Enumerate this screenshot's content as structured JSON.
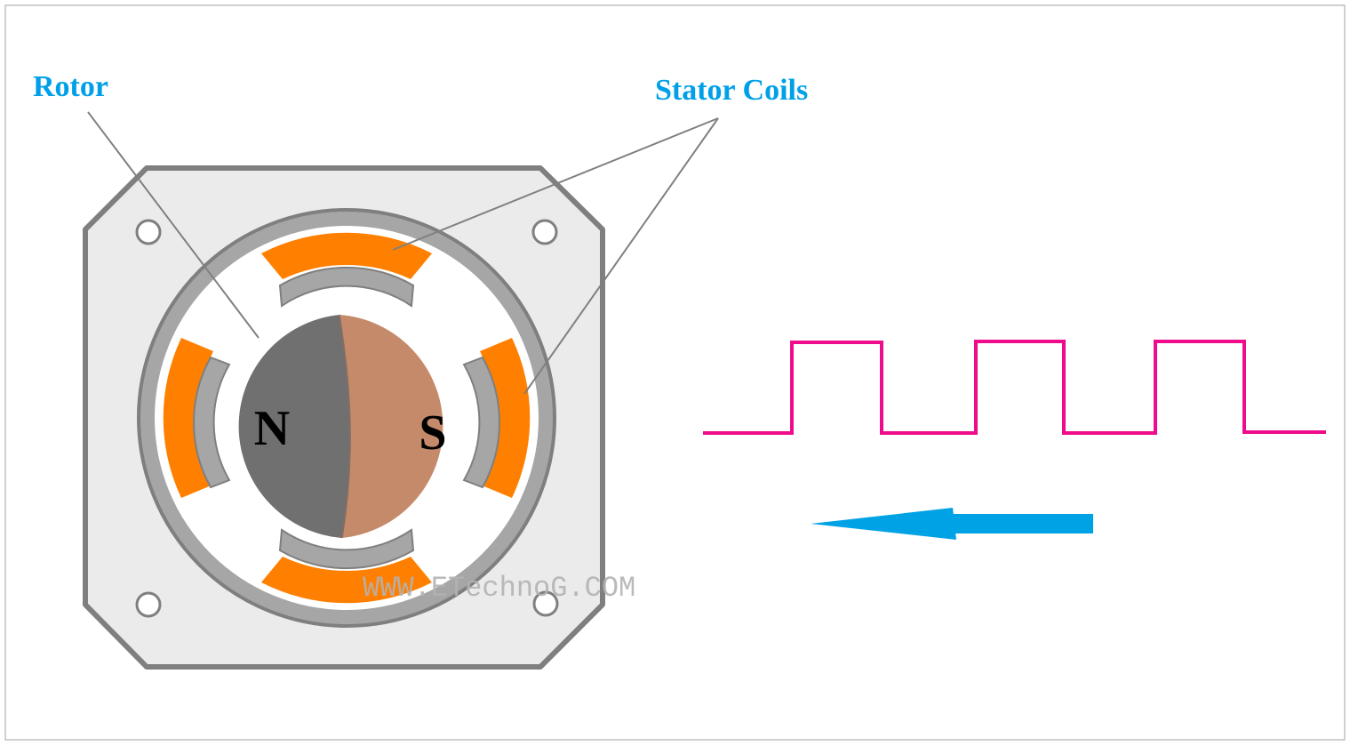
{
  "labels": {
    "rotor": "Rotor",
    "stator_coils": "Stator Coils",
    "north_pole": "N",
    "south_pole": "S"
  },
  "watermark": "WWW.ETechnoG.COM",
  "colors": {
    "label_blue": "#00A0E8",
    "coil_orange": "#FF7F00",
    "rotor_north": "#707070",
    "rotor_south": "#C48A6A",
    "frame_fill": "#EBEBEB",
    "frame_stroke": "#7F7F7F",
    "ring_gray": "#A6A6A6",
    "pulse_magenta": "#EE0B8C",
    "arrow_blue": "#00A2E6",
    "leader_gray": "#808080",
    "watermark_gray": "#B3B3B3"
  },
  "icons": {
    "direction_arrow": "arrow-left-icon"
  }
}
